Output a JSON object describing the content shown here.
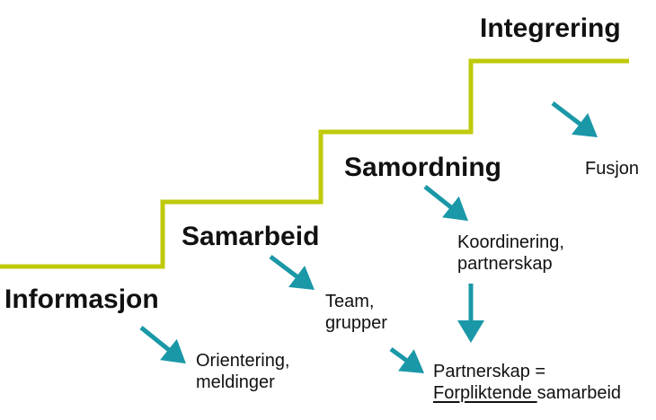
{
  "colors": {
    "stairs": "#bfca0b",
    "arrow": "#1a98a8",
    "text": "#111111"
  },
  "levels": [
    {
      "title": "Informasjon",
      "description": [
        "Orientering,",
        "meldinger"
      ]
    },
    {
      "title": "Samarbeid",
      "description": [
        "Team,",
        "grupper"
      ]
    },
    {
      "title": "Samordning",
      "description": [
        "Koordinering,",
        "partnerskap"
      ]
    },
    {
      "title": "Integrering",
      "description": [
        "Fusjon"
      ]
    }
  ],
  "partnership": {
    "line1": "Partnerskap =",
    "underlined": "Forpliktende ",
    "rest": "samarbeid"
  }
}
